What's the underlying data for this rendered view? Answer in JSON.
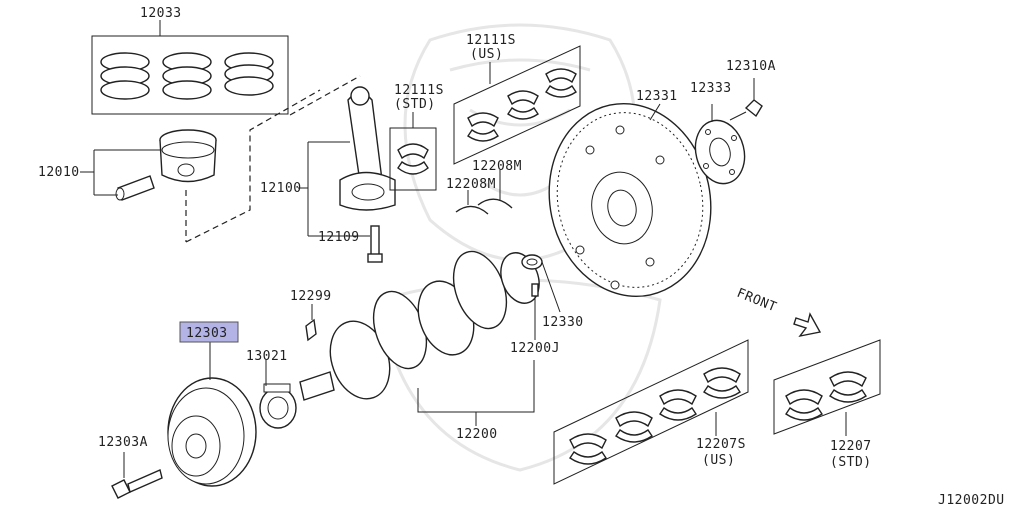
{
  "diagram": {
    "code": "J12002DU",
    "front_label": "FRONT",
    "highlight_color": "#b3b3e6",
    "parts": {
      "piston_rings": "12033",
      "piston": "12010",
      "rod_bearing_us": "12111S",
      "rod_bearing_us_note": "(US)",
      "rod_bearing_std": "12111S",
      "rod_bearing_std_note": "(STD)",
      "flywheel": "12331",
      "reinforcement_plate": "12333",
      "flywheel_bolt": "12310A",
      "connecting_rod": "12100",
      "rod_bolt": "12109",
      "thrust_washer_upper": "12208M",
      "thrust_washer_lower": "12208M",
      "crank_key": "12299",
      "pulley": "12303",
      "sprocket": "13021",
      "pilot_bushing": "12330",
      "crank_pin": "12200J",
      "crankshaft": "12200",
      "pulley_bolt": "12303A",
      "main_bearing_us": "12207S",
      "main_bearing_us_note": "(US)",
      "main_bearing_std": "12207",
      "main_bearing_std_note": "(STD)"
    }
  }
}
